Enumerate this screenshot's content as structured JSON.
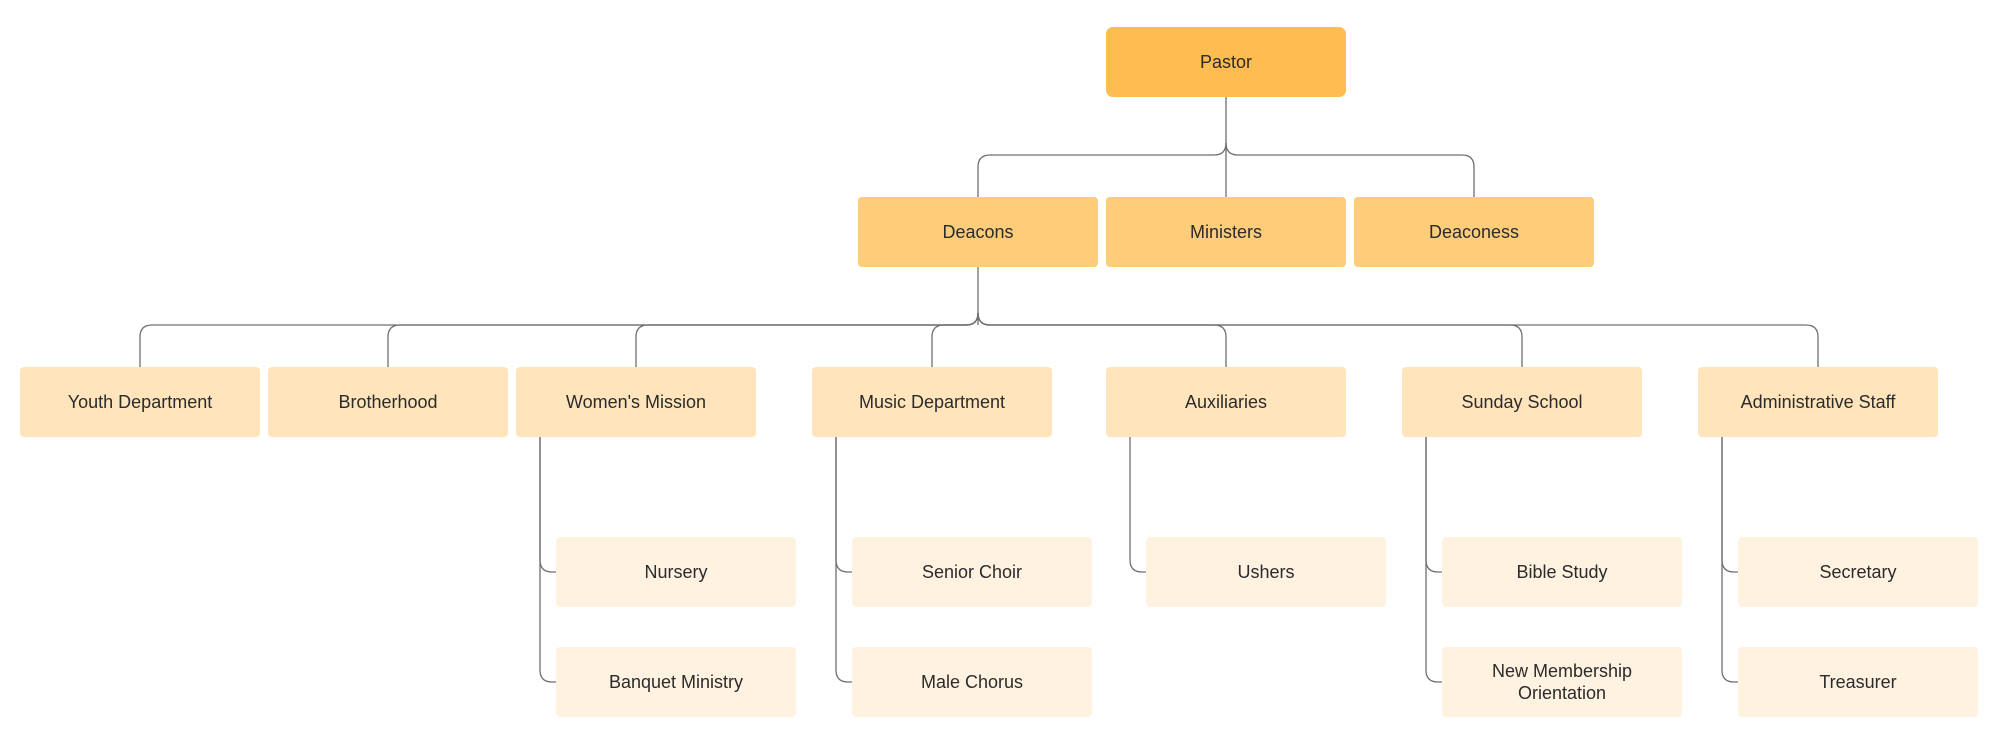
{
  "org_chart": {
    "colors": {
      "level_0": "#ffbd51",
      "level_1": "#ffcc79",
      "level_2": "#ffe4bc",
      "level_3": "#fff2e1",
      "connector": "#6f6f6f",
      "text": "#2b2b2b"
    },
    "root": {
      "id": "pastor",
      "label": "Pastor",
      "children": [
        {
          "id": "deacons",
          "label": "Deacons",
          "children": [
            {
              "id": "youth-department",
              "label": "Youth Department",
              "children": []
            },
            {
              "id": "brotherhood",
              "label": "Brotherhood",
              "children": []
            },
            {
              "id": "womens-mission",
              "label": "Women's Mission",
              "children": [
                {
                  "id": "nursery",
                  "label": "Nursery",
                  "children": []
                },
                {
                  "id": "banquet-ministry",
                  "label": "Banquet Ministry",
                  "children": []
                }
              ]
            },
            {
              "id": "music-department",
              "label": "Music Department",
              "children": [
                {
                  "id": "senior-choir",
                  "label": "Senior Choir",
                  "children": []
                },
                {
                  "id": "male-chorus",
                  "label": "Male Chorus",
                  "children": []
                }
              ]
            },
            {
              "id": "auxiliaries",
              "label": "Auxiliaries",
              "children": [
                {
                  "id": "ushers",
                  "label": "Ushers",
                  "children": []
                }
              ]
            },
            {
              "id": "sunday-school",
              "label": "Sunday School",
              "children": [
                {
                  "id": "bible-study",
                  "label": "Bible Study",
                  "children": []
                },
                {
                  "id": "new-membership-orientation",
                  "label": "New Membership Orientation",
                  "children": []
                }
              ]
            },
            {
              "id": "administrative-staff",
              "label": "Administrative Staff",
              "children": [
                {
                  "id": "secretary",
                  "label": "Secretary",
                  "children": []
                },
                {
                  "id": "treasurer",
                  "label": "Treasurer",
                  "children": []
                }
              ]
            }
          ]
        },
        {
          "id": "ministers",
          "label": "Ministers",
          "children": []
        },
        {
          "id": "deaconess",
          "label": "Deaconess",
          "children": []
        }
      ]
    }
  }
}
